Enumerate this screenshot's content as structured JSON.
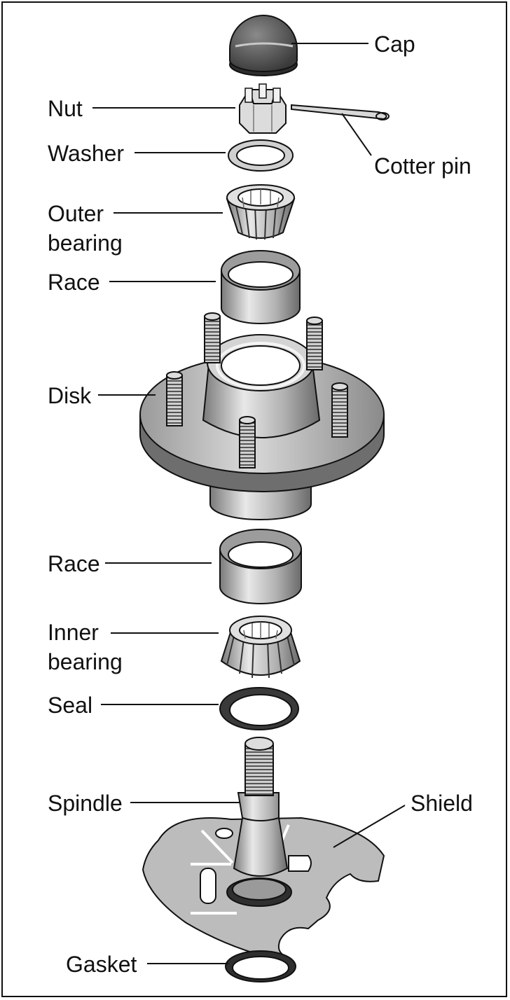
{
  "labels": {
    "cap": "Cap",
    "nut": "Nut",
    "cotter_pin": "Cotter pin",
    "washer": "Washer",
    "outer_bearing_line1": "Outer",
    "outer_bearing_line2": "bearing",
    "race_top": "Race",
    "disk": "Disk",
    "race_bottom": "Race",
    "inner_bearing_line1": "Inner",
    "inner_bearing_line2": "bearing",
    "seal": "Seal",
    "spindle": "Spindle",
    "shield": "Shield",
    "gasket": "Gasket"
  },
  "colors": {
    "ink": "#111111",
    "metal_light": "#e6e6e6",
    "metal_mid": "#b5b5b5",
    "metal_dark": "#6e6e6e",
    "cap_dark": "#3a3a3a"
  }
}
